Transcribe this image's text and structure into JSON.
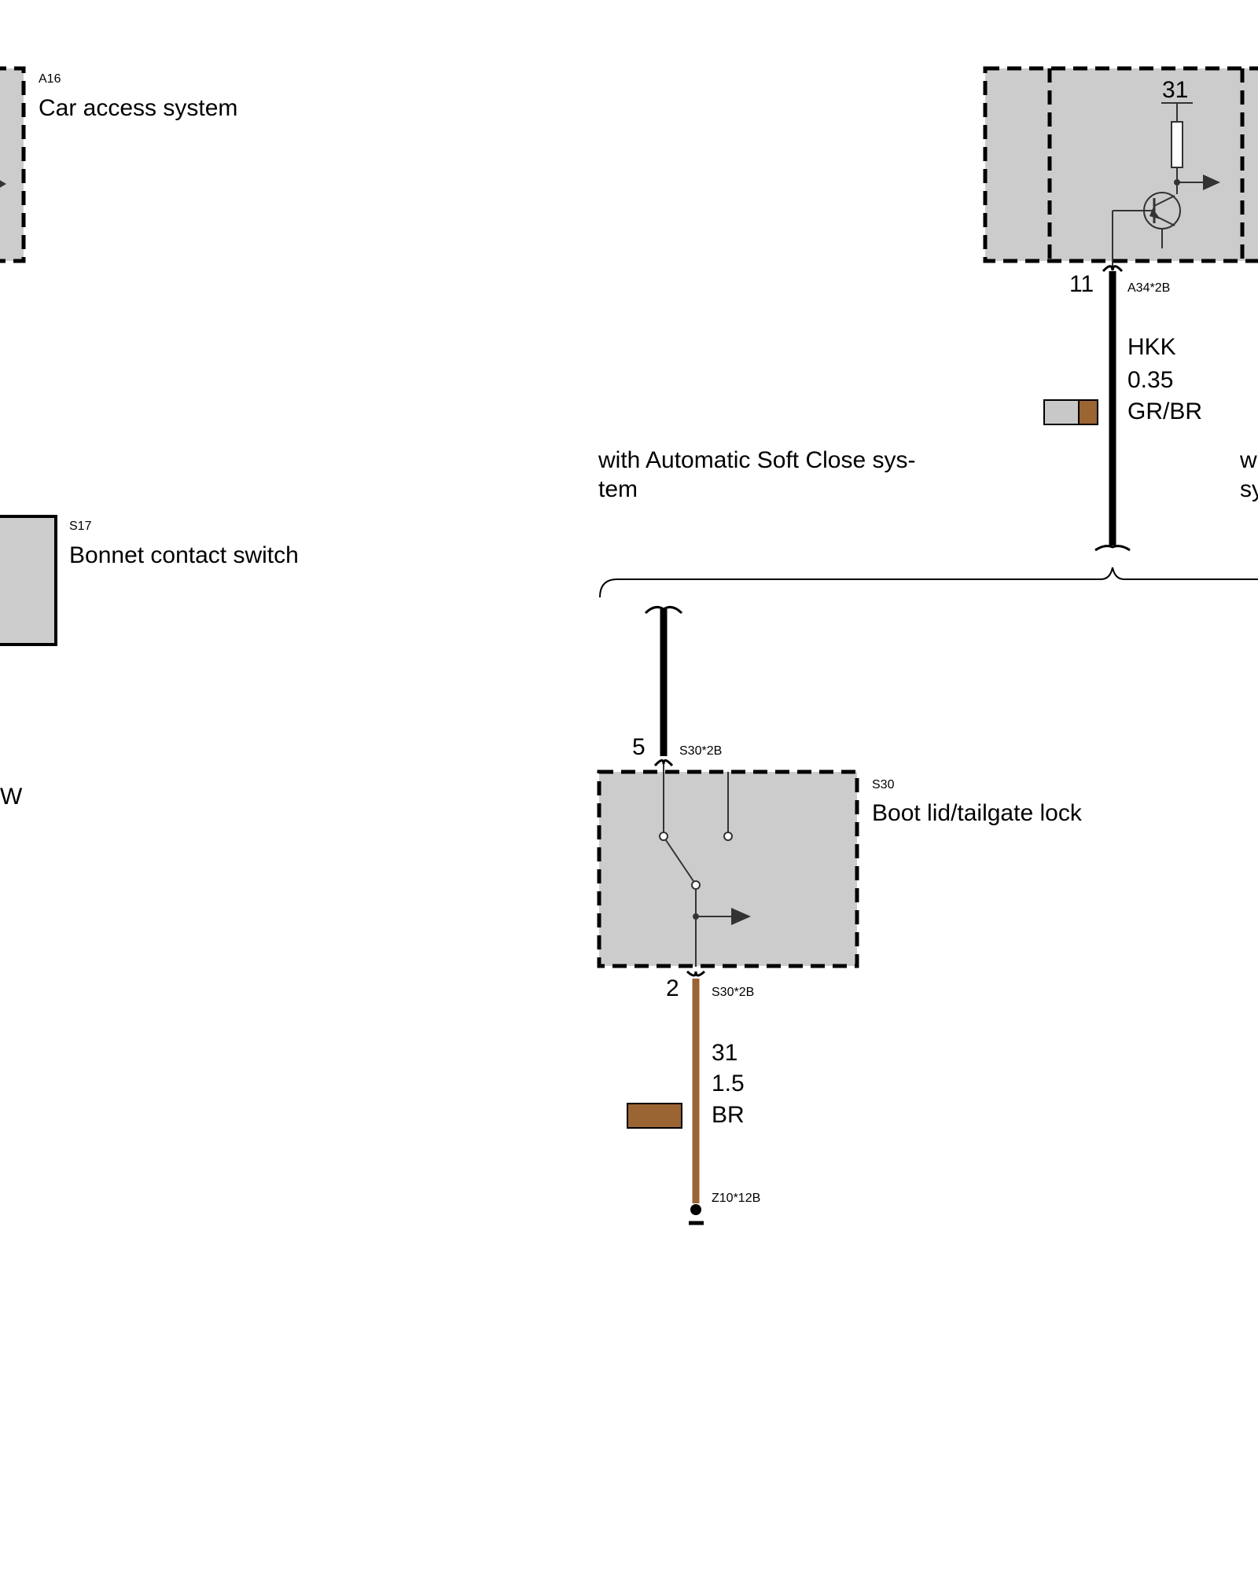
{
  "components": {
    "a16": {
      "code": "A16",
      "name": "Car access system"
    },
    "a34_pin": {
      "number": "31"
    },
    "s17": {
      "code": "S17",
      "name": "Bonnet contact switch"
    },
    "s30": {
      "code": "S30",
      "name": "Boot lid/tailgate lock"
    },
    "left_fragment": {
      "text": "W"
    },
    "right_fragment": {
      "line1": "w",
      "line2": "sy"
    }
  },
  "connectors": {
    "a34_pin11": {
      "pin": "11",
      "code": "A34*2B"
    },
    "s30_pin5": {
      "pin": "5",
      "code": "S30*2B"
    },
    "s30_pin2": {
      "pin": "2",
      "code": "S30*2B"
    },
    "ground": {
      "code": "Z10*12B"
    }
  },
  "wires": {
    "hkk": {
      "signal": "HKK",
      "gauge": "0.35",
      "color_code": "GR/BR",
      "color_primary": "#c8c8c8",
      "color_stripe": "#9b6433"
    },
    "ground": {
      "signal": "31",
      "gauge": "1.5",
      "color_code": "BR",
      "color_primary": "#9b6433"
    }
  },
  "options": {
    "soft_close_line1": "with Automatic Soft Close sys-",
    "soft_close_line2": "tem"
  },
  "colors": {
    "module_fill": "#cccccc",
    "wire_black": "#000000",
    "wire_brown": "#9b6433"
  }
}
